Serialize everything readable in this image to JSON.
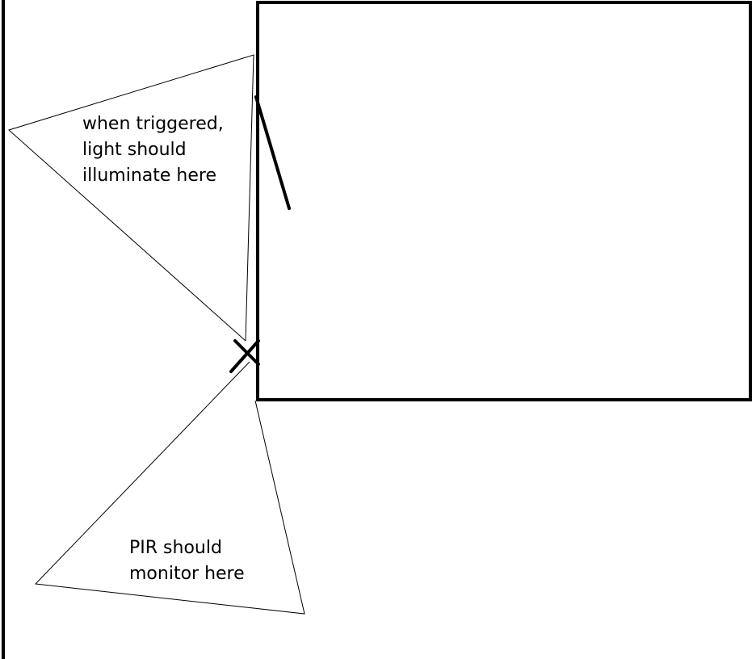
{
  "colors": {
    "background": "#ffffff",
    "ink": "#000000"
  },
  "labels": {
    "light_zone": {
      "lines": [
        "when triggered,",
        "light should",
        "illuminate here"
      ]
    },
    "pir_zone": {
      "lines": [
        "PIR should",
        "monitor here"
      ]
    }
  }
}
